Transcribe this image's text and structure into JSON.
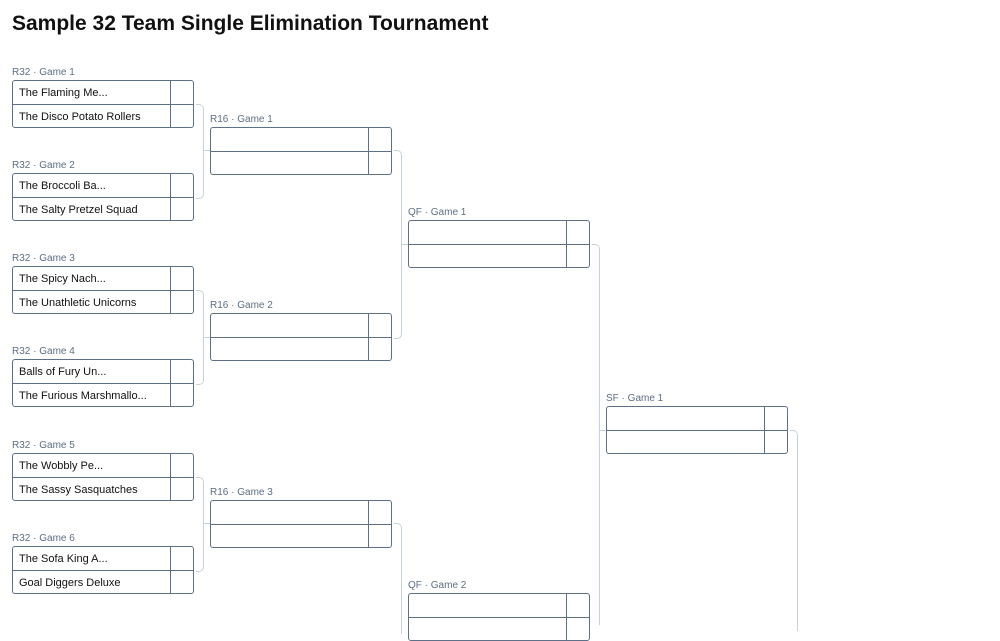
{
  "page": {
    "title": "Sample 32 Team Single Elimination Tournament"
  },
  "round_of_32": [
    {
      "label": "R32 · Game 1",
      "teams": [
        "The Flaming Me...",
        "The Disco Potato Rollers"
      ]
    },
    {
      "label": "R32 · Game 2",
      "teams": [
        "The Broccoli Ba...",
        "The Salty Pretzel Squad"
      ]
    },
    {
      "label": "R32 · Game 3",
      "teams": [
        "The Spicy Nach...",
        "The Unathletic Unicorns"
      ]
    },
    {
      "label": "R32 · Game 4",
      "teams": [
        "Balls of Fury Un...",
        "The Furious Marshmallo..."
      ]
    },
    {
      "label": "R32 · Game 5",
      "teams": [
        "The Wobbly Pe...",
        "The Sassy Sasquatches"
      ]
    },
    {
      "label": "R32 · Game 6",
      "teams": [
        "The Sofa King A...",
        "Goal Diggers Deluxe"
      ]
    }
  ],
  "round_of_16": [
    {
      "label": "R16 · Game 1"
    },
    {
      "label": "R16 · Game 2"
    },
    {
      "label": "R16 · Game 3"
    }
  ],
  "quarterfinals": [
    {
      "label": "QF · Game 1"
    },
    {
      "label": "QF · Game 2"
    }
  ],
  "semifinals": [
    {
      "label": "SF · Game 1"
    }
  ]
}
